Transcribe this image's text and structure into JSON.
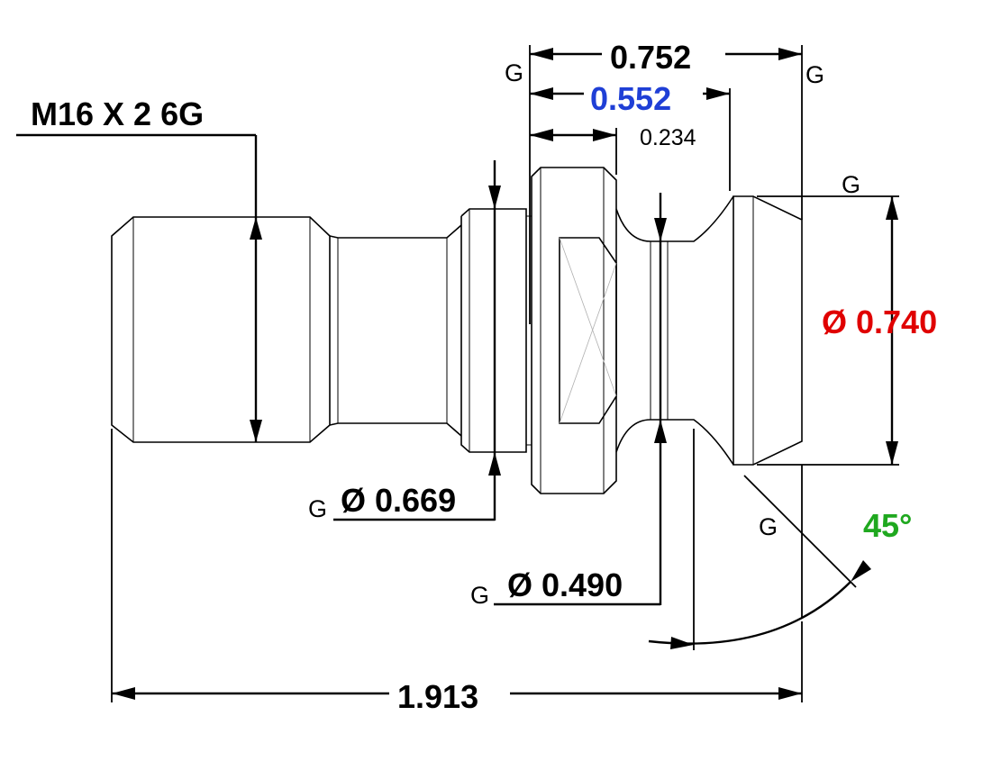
{
  "colors": {
    "line": "#000000",
    "highlight_blue": "#1f3fd6",
    "highlight_red": "#e00000",
    "highlight_green": "#1fa81f"
  },
  "labels": {
    "thread_spec": "M16 X 2 6G",
    "length_0752": "0.752",
    "length_0552": "0.552",
    "length_0234": "0.234",
    "dia_0740": "Ø 0.740",
    "dia_0669": "Ø 0.669",
    "dia_0490": "Ø 0.490",
    "angle_45": "45°",
    "overall_length": "1.913",
    "grind_mark": "G"
  }
}
